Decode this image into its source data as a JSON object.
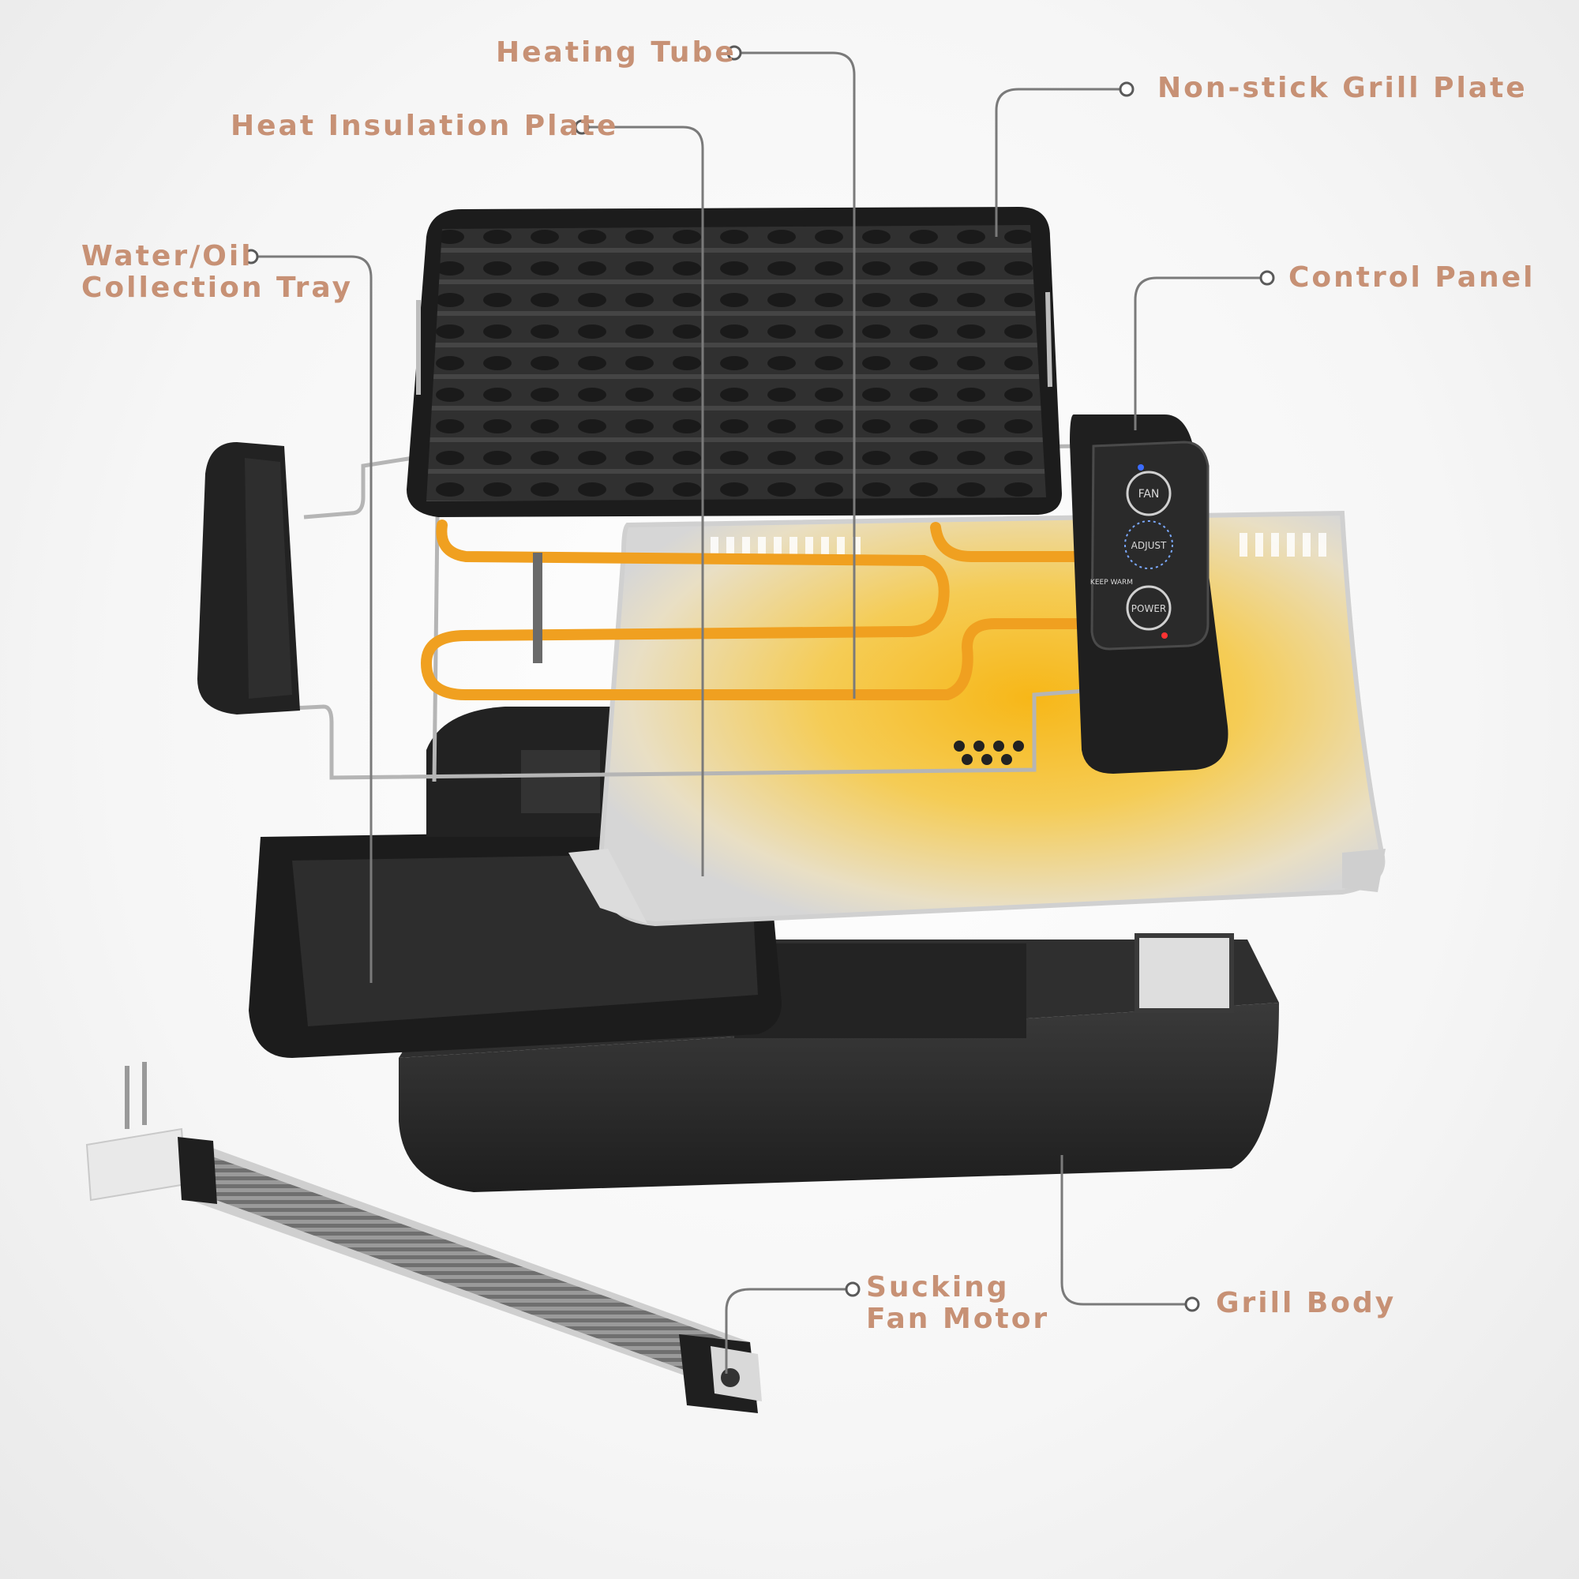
{
  "callouts": {
    "heating_tube": "Heating Tube",
    "non_stick_grill_plate": "Non-stick Grill Plate",
    "heat_insulation_plate": "Heat Insulation Plate",
    "water_oil_collection_tray": "Water/Oil\nCollection Tray",
    "control_panel": "Control Panel",
    "sucking_fan_motor": "Sucking\nFan Motor",
    "grill_body": "Grill Body"
  },
  "control_panel_buttons": {
    "fan": "FAN",
    "power": "POWER",
    "adjust": "ADJUST",
    "keep_warm": "KEEP WARM"
  },
  "colors": {
    "label_text": "#c79175",
    "leader_line": "#7a7a7a",
    "heating_tube": "#f0a020",
    "insulation_glow": "#f5c43a",
    "grill_plate": "#2b2b2b",
    "body": "#2a2a2a"
  }
}
